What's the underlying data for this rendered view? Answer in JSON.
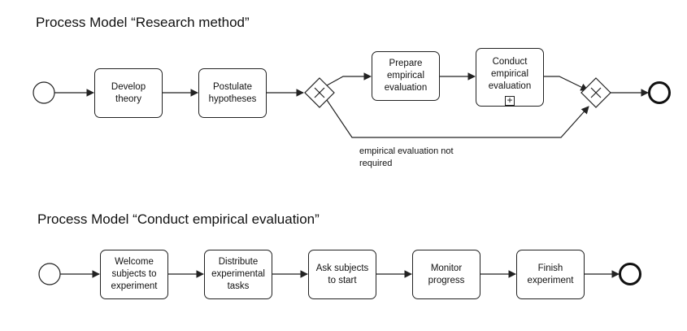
{
  "process_1": {
    "title": "Process Model “Research method”",
    "tasks": [
      {
        "label": "Develop\ntheory"
      },
      {
        "label": "Postulate\nhypotheses"
      },
      {
        "label": "Prepare\nempirical\nevaluation"
      },
      {
        "label": "Conduct\nempirical\nevaluation"
      }
    ],
    "flow_label": "empirical evaluation not\nrequired"
  },
  "process_2": {
    "title": "Process Model “Conduct empirical evaluation”",
    "tasks": [
      {
        "label": "Welcome\nsubjects to\nexperiment"
      },
      {
        "label": "Distribute\nexperimental\ntasks"
      },
      {
        "label": "Ask subjects\nto start"
      },
      {
        "label": "Monitor\nprogress"
      },
      {
        "label": "Finish\nexperiment"
      }
    ]
  }
}
